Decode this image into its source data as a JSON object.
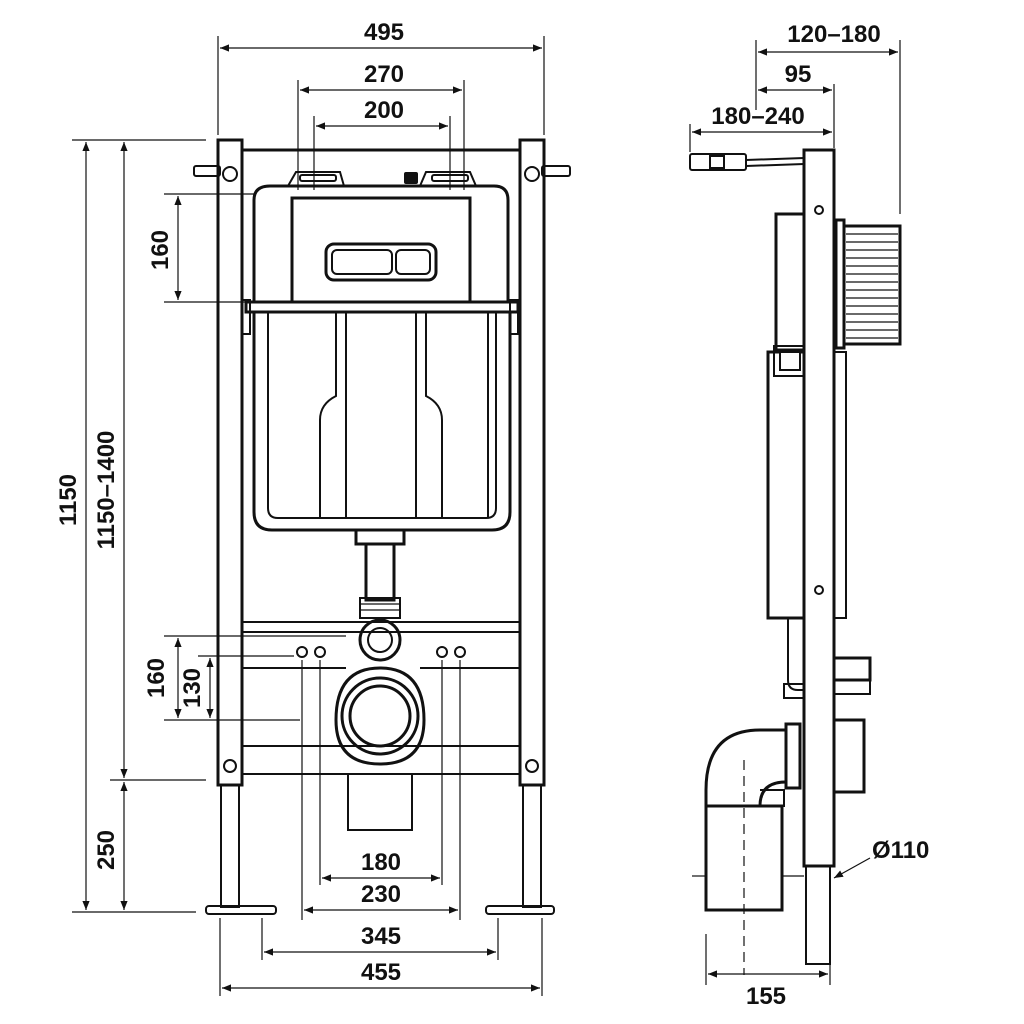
{
  "front_view": {
    "top_dims": [
      "495",
      "270",
      "200"
    ],
    "left_dims": [
      "1150",
      "1150–1400",
      "160",
      "160",
      "130",
      "250"
    ],
    "bottom_dims": [
      "180",
      "230",
      "345",
      "455"
    ]
  },
  "side_view": {
    "top_dims": [
      "120–180",
      "95",
      "180–240"
    ],
    "pipe_diameter": "Ø110",
    "bottom_dim": "155"
  }
}
